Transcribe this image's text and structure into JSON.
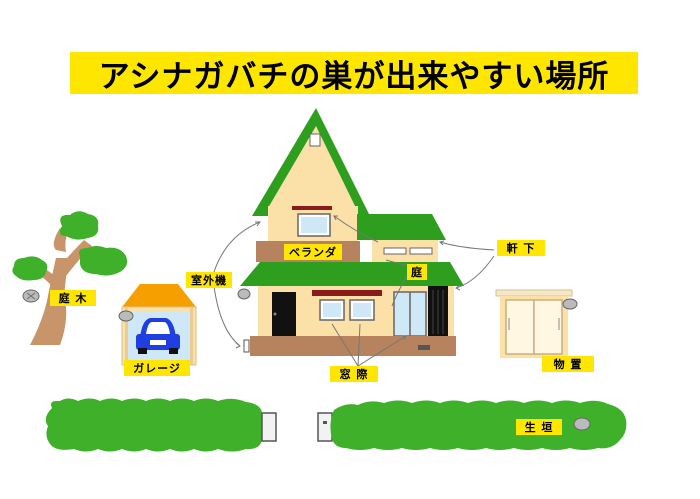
{
  "title": "アシナガバチの巣が出来やすい場所",
  "labels": {
    "veranda": "ベランダ",
    "garden": "庭",
    "eaves": "軒 下",
    "outdoor_unit": "室外機",
    "garden_tree": "庭 木",
    "garage": "ガレージ",
    "window": "窓 際",
    "storage": "物 置",
    "hedge": "生 垣"
  },
  "colors": {
    "label_bg": "#ffe600",
    "roof_green": "#2e9e1f",
    "wall_beige": "#fbe0a8",
    "hedge_green": "#3fb02a",
    "car_blue": "#1f3fe0",
    "garage_roof": "#f5a000"
  }
}
